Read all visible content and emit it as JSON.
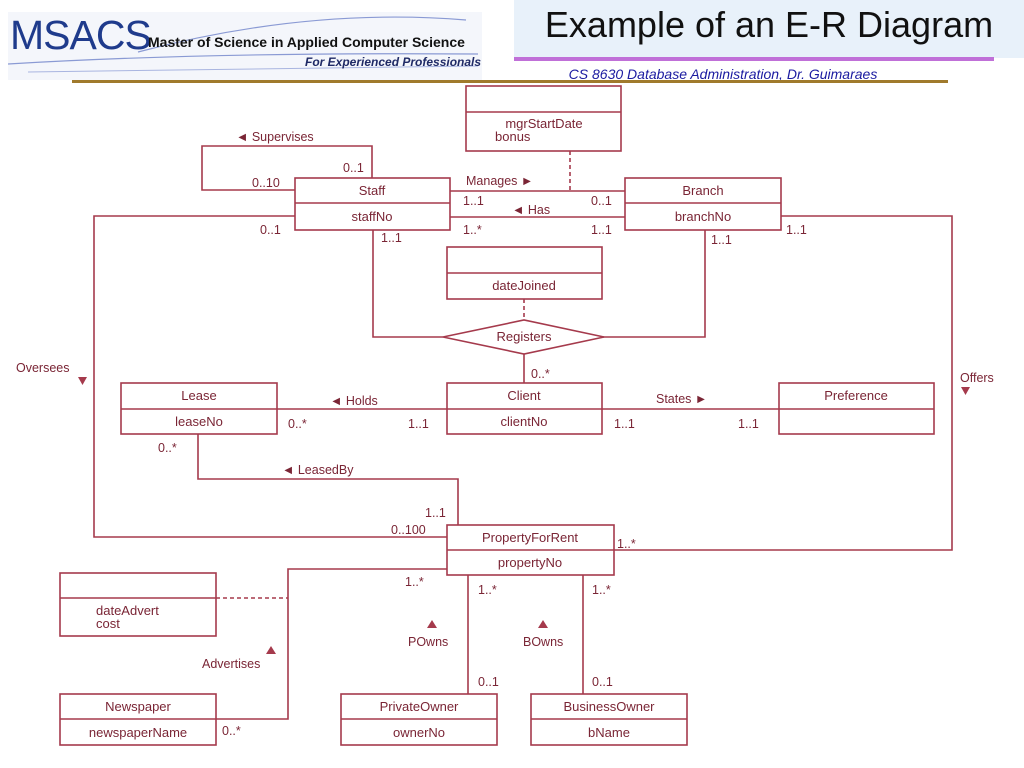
{
  "header": {
    "logo_acronym": "MSACS",
    "logo_title": "Master of Science in Applied Computer Science",
    "logo_subtitle": "For Experienced Professionals",
    "slide_title": "Example of an E-R Diagram",
    "course": "CS 8630 Database Administration, Dr. Guimaraes"
  },
  "entities": {
    "manages_attrs": {
      "name": "",
      "attributes": [
        "mgrStartDate",
        "bonus"
      ]
    },
    "staff": {
      "name": "Staff",
      "key": "staffNo"
    },
    "branch": {
      "name": "Branch",
      "key": "branchNo"
    },
    "registers_attrs": {
      "name": "",
      "attributes": [
        "dateJoined"
      ]
    },
    "lease": {
      "name": "Lease",
      "key": "leaseNo"
    },
    "client": {
      "name": "Client",
      "key": "clientNo"
    },
    "preference": {
      "name": "Preference",
      "key": ""
    },
    "property": {
      "name": "PropertyForRent",
      "key": "propertyNo"
    },
    "advert_attrs": {
      "name": "",
      "attributes": [
        "dateAdvert",
        "cost"
      ]
    },
    "newspaper": {
      "name": "Newspaper",
      "key": "newspaperName"
    },
    "private_owner": {
      "name": "PrivateOwner",
      "key": "ownerNo"
    },
    "business_owner": {
      "name": "BusinessOwner",
      "key": "bName"
    }
  },
  "relationships": {
    "supervises": "◄ Supervises",
    "manages": "Manages ►",
    "has": "◄ Has",
    "registers": "Registers",
    "holds": "◄ Holds",
    "states": "States ►",
    "leased_by": "◄ LeasedBy",
    "oversees": "Oversees",
    "offers": "Offers",
    "powns": "POwns",
    "bowns": "BOwns",
    "advertises": "Advertises"
  },
  "multiplicities": {
    "supervises_top": "0..1",
    "supervises_bottom": "0..10",
    "manages_staff": "1..1",
    "manages_branch": "0..1",
    "staff_left": "0..1",
    "staff_registers": "1..1",
    "has_staff": "1..*",
    "has_branch": "1..1",
    "branch_registers": "1..1",
    "branch_offers": "1..1",
    "registers_client": "0..*",
    "holds_lease": "0..*",
    "holds_client": "1..1",
    "states_client": "1..1",
    "states_pref": "1..1",
    "lease_leasedby": "0..*",
    "leasedby_property": "1..1",
    "oversees_property": "0..100",
    "offers_property": "1..*",
    "advertises_property": "1..*",
    "powns_property": "1..*",
    "bowns_property": "1..*",
    "newspaper_advertises": "0..*",
    "private_owner": "0..1",
    "business_owner": "0..1"
  },
  "colors": {
    "line": "#a53a4c",
    "text": "#7a2535",
    "title_bg": "#e8f1fa",
    "accent_purple": "#c070d8",
    "rule_gold": "#a07a2c",
    "logo_blue": "#1f3b8c"
  }
}
